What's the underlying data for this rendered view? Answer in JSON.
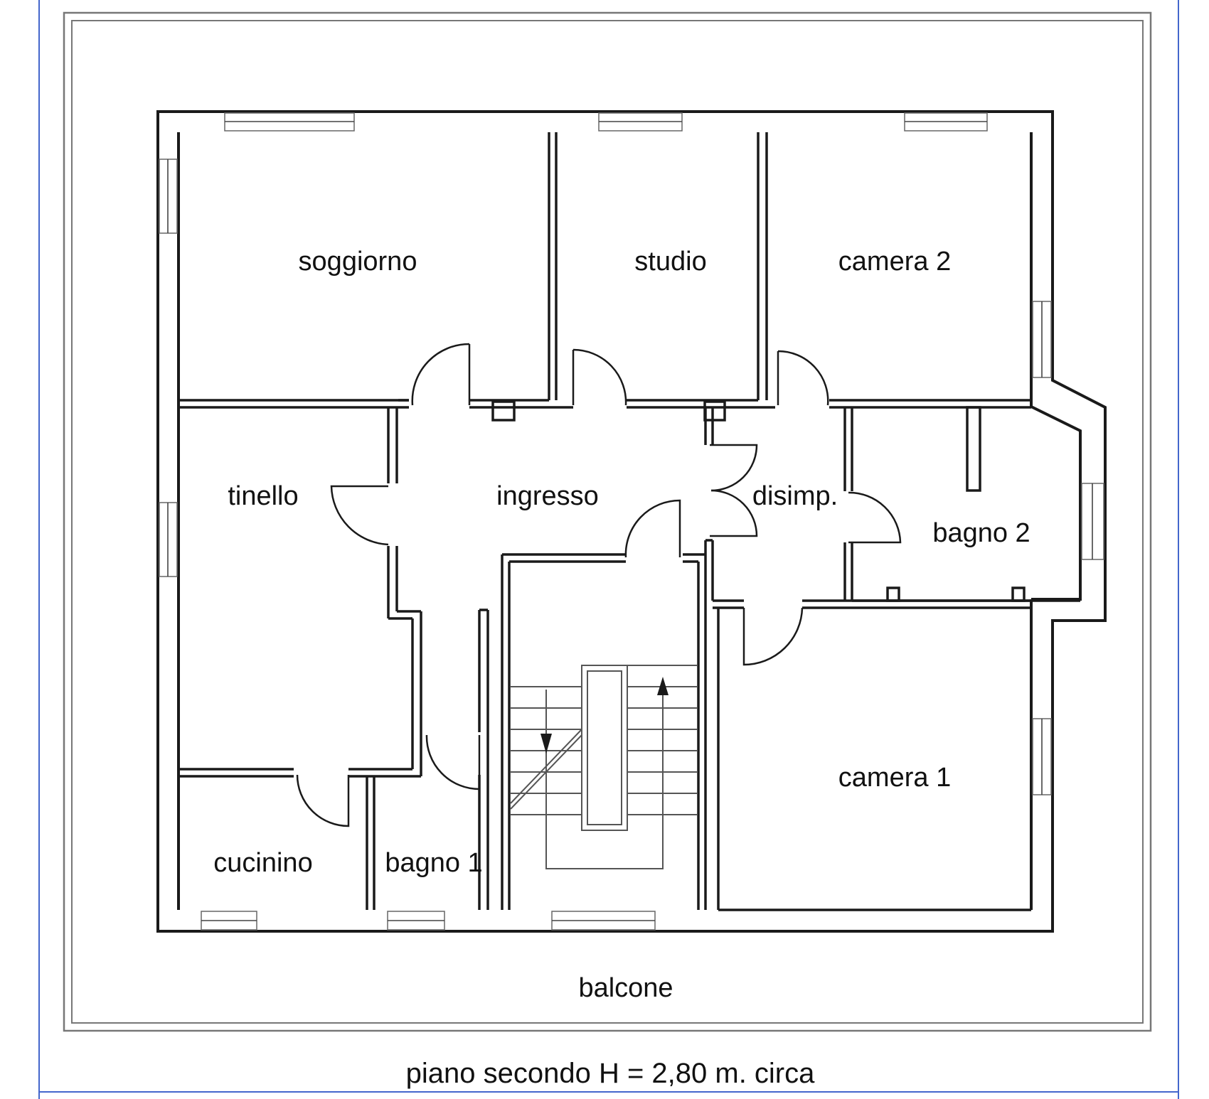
{
  "rooms": {
    "soggiorno": "soggiorno",
    "studio": "studio",
    "camera2": "camera 2",
    "tinello": "tinello",
    "ingresso": "ingresso",
    "disimpegno": "disimp.",
    "bagno2": "bagno 2",
    "camera1": "camera 1",
    "cucinino": "cucinino",
    "bagno1": "bagno 1",
    "balcone": "balcone"
  },
  "caption": "piano secondo H = 2,80 m. circa",
  "colors": {
    "walls": "#1a1a1a",
    "page_border": "#4466cc",
    "frame": "#777777"
  }
}
